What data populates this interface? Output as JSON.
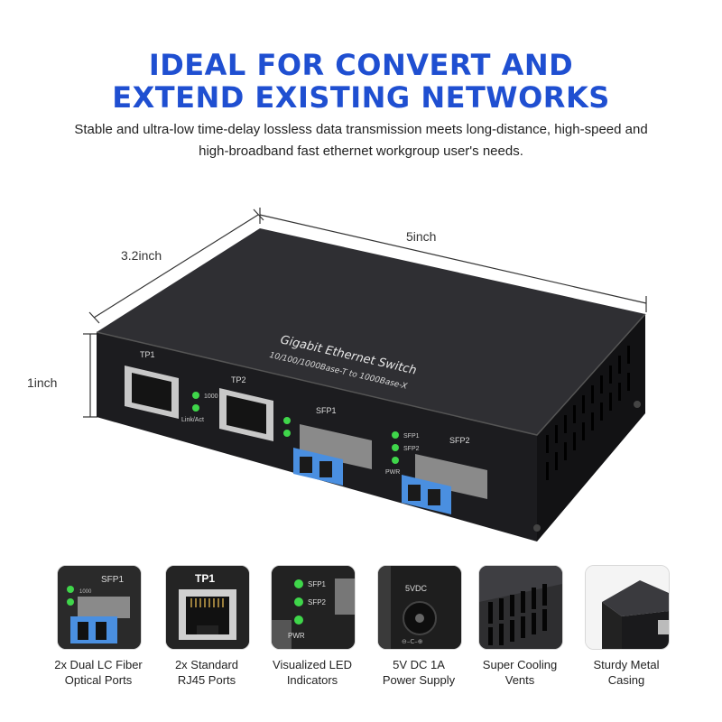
{
  "headline": {
    "line1": "IDEAL FOR CONVERT AND",
    "line2": "EXTEND EXISTING NETWORKS",
    "color": "#1f4fd1"
  },
  "subtitle": {
    "line1": "Stable and ultra-low time-delay lossless data transmission meets long-distance, high-speed and",
    "line2": "high-broadband fast ethernet workgroup user's needs."
  },
  "dimensions": {
    "length": "5inch",
    "width": "3.2inch",
    "height": "1inch"
  },
  "device": {
    "title": "Gigabit Ethernet Switch",
    "subtitle": "10/100/1000Base-T to 1000Base-X",
    "ports": {
      "tp1": "TP1",
      "tp2": "TP2",
      "sfp1": "SFP1",
      "sfp2": "SFP2"
    },
    "leds": {
      "speed": "1000",
      "link": "Link/Act",
      "sfp1": "SFP1",
      "sfp2": "SFP2",
      "pwr": "PWR"
    },
    "led_color": "#3fd64a",
    "sfp_color": "#4a8fe0"
  },
  "features": [
    {
      "line1": "2x Dual LC Fiber",
      "line2": "Optical Ports",
      "icon": "fiber-port-icon",
      "label": "SFP1",
      "sub": "1000"
    },
    {
      "line1": "2x Standard",
      "line2": "RJ45 Ports",
      "icon": "rj45-port-icon",
      "label": "TP1"
    },
    {
      "line1": "Visualized LED",
      "line2": "Indicators",
      "icon": "led-indicator-icon",
      "label1": "SFP1",
      "label2": "SFP2",
      "label3": "PWR"
    },
    {
      "line1": "5V DC 1A",
      "line2": "Power Supply",
      "icon": "dc-power-icon",
      "label": "5VDC"
    },
    {
      "line1": "Super Cooling",
      "line2": "Vents",
      "icon": "cooling-vents-icon"
    },
    {
      "line1": "Sturdy Metal",
      "line2": "Casing",
      "icon": "metal-casing-icon"
    }
  ]
}
